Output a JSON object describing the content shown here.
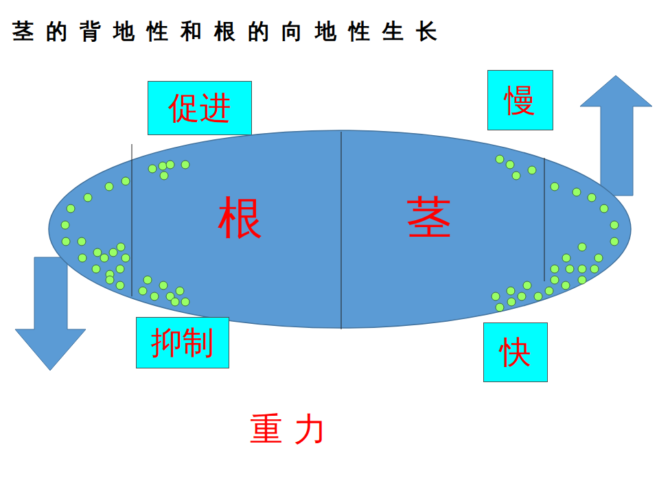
{
  "diagram": {
    "title": "茎的背地性和根的向地性生长",
    "nodes": [
      {
        "text": [
          "促进"
        ]
      },
      {
        "text": [
          "慢"
        ]
      },
      {
        "text": [
          "根",
          "茎"
        ]
      },
      {
        "text": [
          "抑制"
        ]
      },
      {
        "text": [
          "快"
        ]
      }
    ],
    "labels": [
      "重 力"
    ]
  }
}
